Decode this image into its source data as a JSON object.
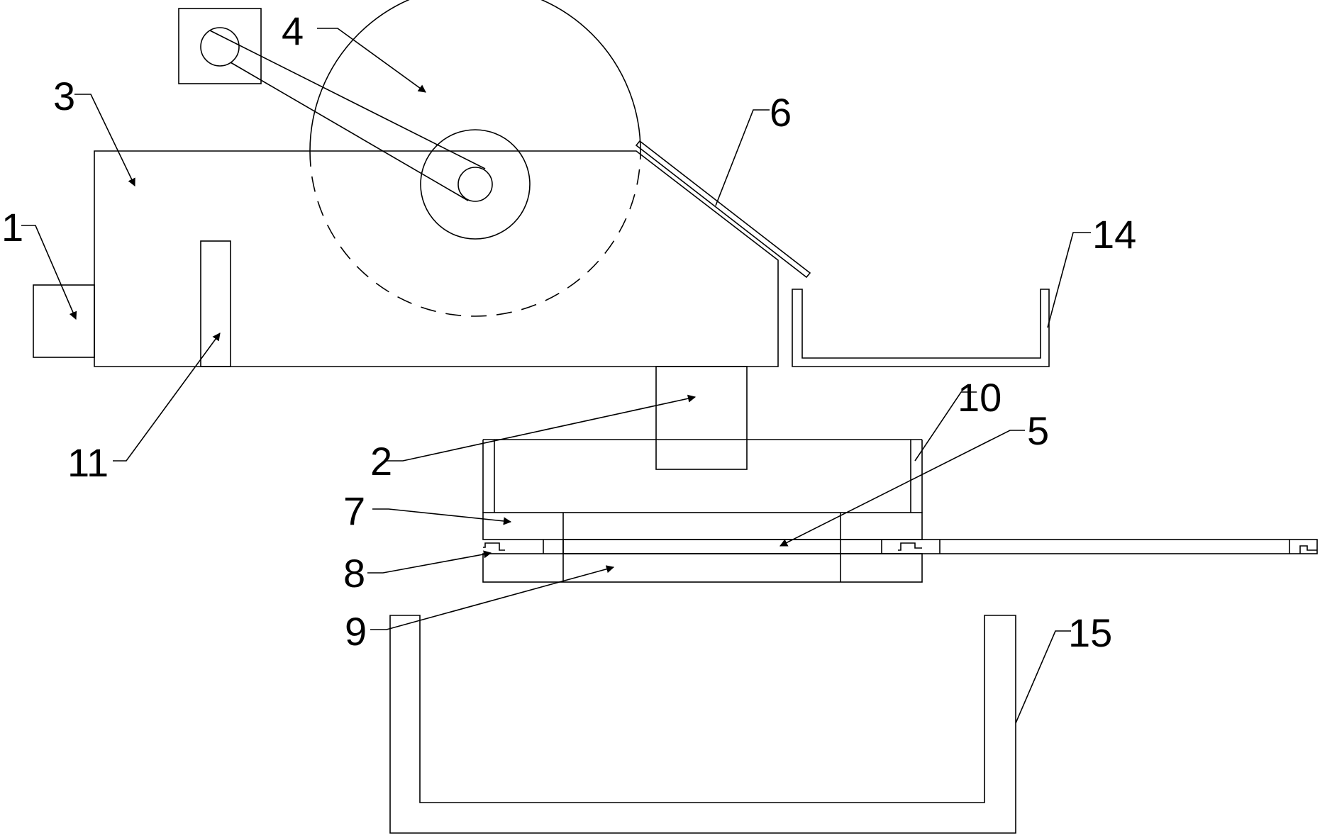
{
  "labels": {
    "l1": "1",
    "l2": "2",
    "l3": "3",
    "l4": "4",
    "l5": "5",
    "l6": "6",
    "l7": "7",
    "l8": "8",
    "l9": "9",
    "l10": "10",
    "l11": "11",
    "l14": "14",
    "l15": "15"
  }
}
